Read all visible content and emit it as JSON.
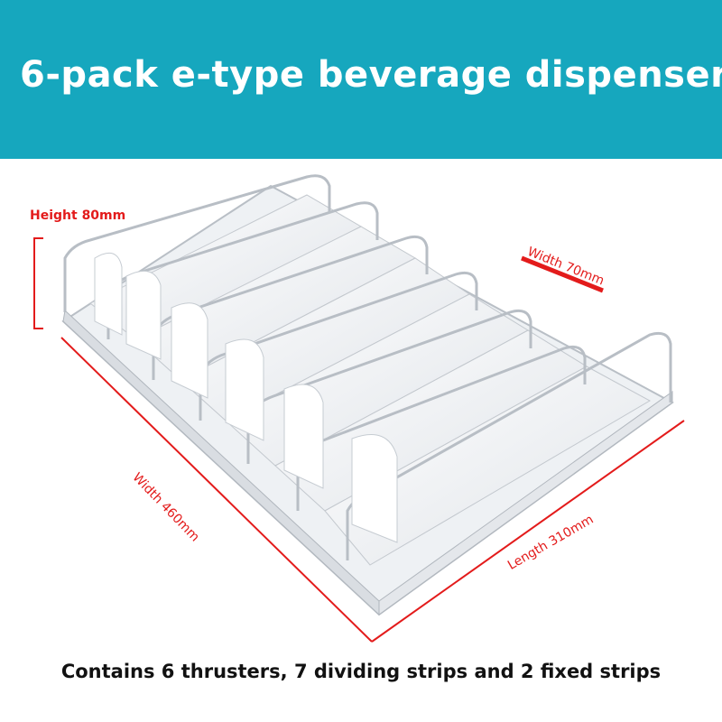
{
  "header": {
    "title": "6-pack e-type beverage dispenser"
  },
  "dimensions": {
    "height_label": "Height 80mm",
    "width_small_label": "Width 70mm",
    "width_label": "Width 460mm",
    "length_label": "Length 310mm"
  },
  "caption": "Contains 6 thrusters, 7 dividing strips and 2 fixed strips",
  "colors": {
    "banner": "#16a7be",
    "dimension_red": "#e31b1b",
    "product": "#f2f4f6"
  },
  "product": {
    "lanes": 6
  }
}
